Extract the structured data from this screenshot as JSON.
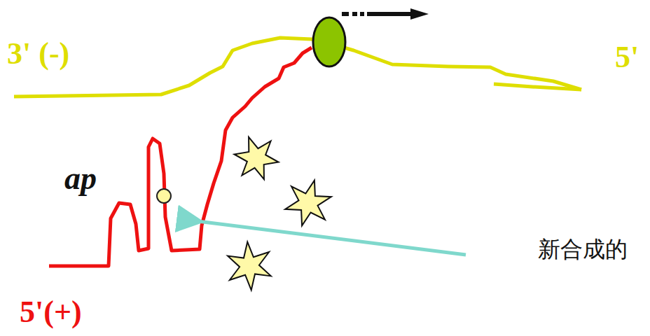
{
  "diagram": {
    "labels": [
      "3' (-)",
      "5'",
      "ap",
      "5'(+)",
      "新合成的"
    ]
  }
}
